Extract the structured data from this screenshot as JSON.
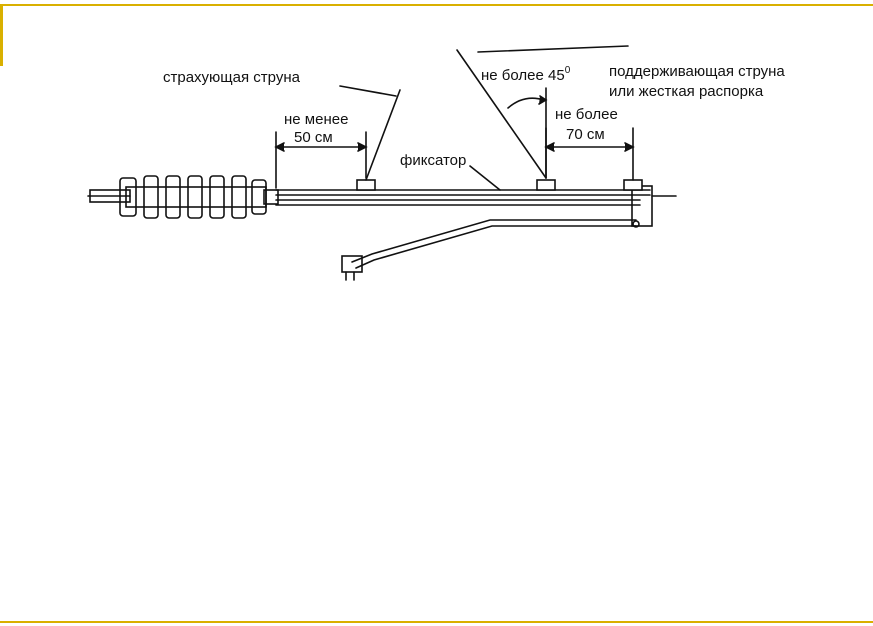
{
  "colors": {
    "frame": "#d9b000",
    "ink": "#111111"
  },
  "labels": {
    "safety_string": "страхующая струна",
    "min_label": "не менее",
    "min_value": "50 см",
    "max_angle_prefix": "не более 45",
    "max_angle_sup": "0",
    "support_line1": "поддерживающая струна",
    "support_line2": "или жесткая распорка",
    "max_label": "не более",
    "max_value": "70 см",
    "fixator": "фиксатор"
  }
}
